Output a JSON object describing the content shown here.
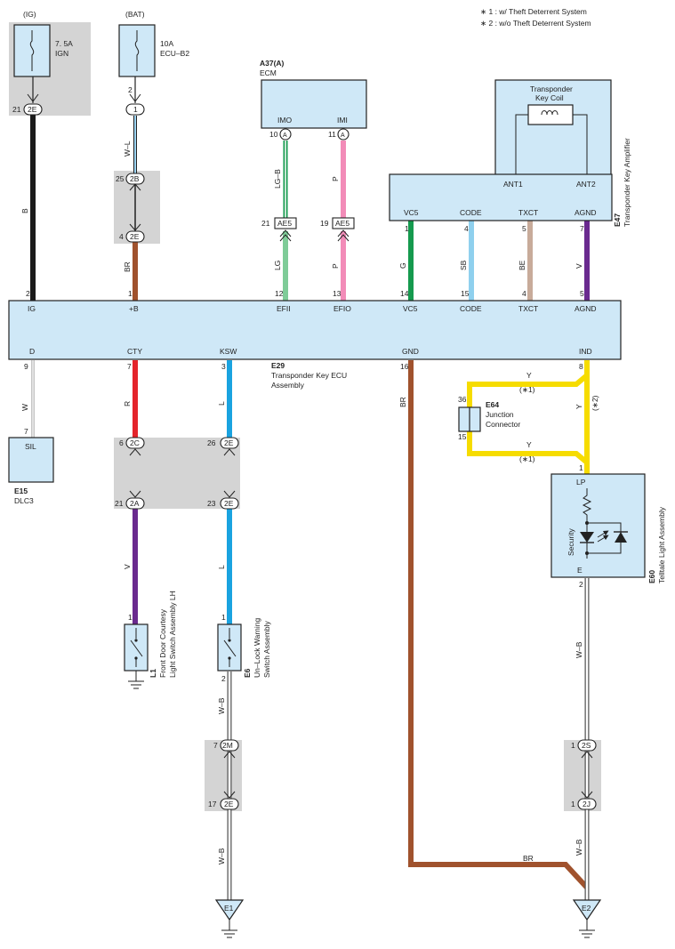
{
  "notes": {
    "n1": "∗ 1 : w/ Theft Deterrent System",
    "n2": "∗ 2 : w/o Theft Deterrent System",
    "m1": "(∗1)",
    "m2": "(∗2)",
    "m3": "(∗1)"
  },
  "fuses": {
    "ig_src": "(IG)",
    "ig_amp": "7. 5A",
    "ig_name": "IGN",
    "bat_src": "(BAT)",
    "bat_amp": "10A",
    "bat_name": "ECU–B2"
  },
  "ecm": {
    "code": "A37(A)",
    "name": "ECM",
    "t1": "IMO",
    "t2": "IMI"
  },
  "amp": {
    "title1": "Transponder",
    "title2": "Key Coil",
    "code": "E47",
    "name": "Transponder Key Amplifier",
    "ant1": "ANT1",
    "ant2": "ANT2",
    "vc5": "VC5",
    "code_t": "CODE",
    "txct": "TXCT",
    "agnd": "AGND"
  },
  "ecu": {
    "code": "E29",
    "name1": "Transponder Key ECU",
    "name2": "Assembly",
    "ig": "IG",
    "b": "+B",
    "efii": "EFII",
    "efio": "EFIO",
    "vc5": "VC5",
    "code_t": "CODE",
    "txct": "TXCT",
    "agnd": "AGND",
    "d": "D",
    "cty": "CTY",
    "ksw": "KSW",
    "gnd": "GND",
    "ind": "IND"
  },
  "dlc": {
    "code": "E15",
    "name": "DLC3",
    "term": "SIL"
  },
  "junction": {
    "code": "E64",
    "name1": "Junction",
    "name2": "Connector"
  },
  "telltale": {
    "code": "E60",
    "name": "Telltale Light Assembly",
    "lp": "LP",
    "e": "E",
    "sec": "Security"
  },
  "l1": {
    "code": "L1",
    "name1": "Front Door Courtesy",
    "name2": "Light Switch Assembly LH"
  },
  "e6": {
    "code": "E6",
    "name1": "Un–Lock Warning",
    "name2": "Switch Assembly"
  },
  "connectors": {
    "c2E_a": "2E",
    "c1": "1",
    "c2B": "2B",
    "c2E_b": "2E",
    "cA_1": "A",
    "cA_2": "A",
    "cAE5_1": "AE5",
    "cAE5_2": "AE5",
    "c2C": "2C",
    "c2A": "2A",
    "c2E_c": "2E",
    "c2E_d": "2E",
    "c2M": "2M",
    "c2E_e": "2E",
    "c2S": "2S",
    "c2J": "2J",
    "gE1": "E1",
    "gE2": "E2"
  },
  "pins": {
    "p21a": "21",
    "p2a": "2",
    "p25": "25",
    "p4a": "4",
    "p10": "10",
    "p11": "11",
    "p21b": "21",
    "p19": "19",
    "pe2": "2",
    "pe1": "1",
    "pe12": "12",
    "pe13": "13",
    "pa1": "1",
    "pa4": "4",
    "pa5": "5",
    "pa7": "7",
    "pe14": "14",
    "pe15": "15",
    "pe4": "4",
    "pe5": "5",
    "pd9": "9",
    "pd7": "7",
    "pd7b": "7",
    "pd3": "3",
    "pd16": "16",
    "pd8": "8",
    "p36": "36",
    "p15": "15",
    "pt1": "1",
    "pt2": "2",
    "p6": "6",
    "p26": "26",
    "p21c": "21",
    "p23": "23",
    "pl1": "1",
    "pk1": "1",
    "pk2": "2",
    "p7m": "7",
    "p17": "17",
    "p1s": "1",
    "p1j": "1"
  },
  "wires": {
    "w_b": "B",
    "w_wl": "W–L",
    "w_br": "BR",
    "w_lgb": "LG–B",
    "w_p1": "P",
    "w_lg": "LG",
    "w_p2": "P",
    "w_g": "G",
    "w_sb": "SB",
    "w_be": "BE",
    "w_v": "V",
    "w_w": "W",
    "w_r": "R",
    "w_l": "L",
    "w_l2": "L",
    "w_v2": "V",
    "w_br2": "BR",
    "w_y1": "Y",
    "w_y2": "Y",
    "w_y3": "Y",
    "w_wb1": "W–B",
    "w_wb2": "W–B",
    "w_wb3": "W–B",
    "w_wb4": "W–B",
    "w_br3": "BR"
  },
  "colors": {
    "black": "#1a1a1a",
    "brown": "#a0522d",
    "green": "#159a4e",
    "lightgreen": "#7fcc98",
    "pink": "#f28cb8",
    "skyblue": "#8fd0ee",
    "beige": "#c8ab9a",
    "violet": "#6a2a8f",
    "red": "#e4242b",
    "blue": "#1aa3e0",
    "yellow": "#f6dc00",
    "white": "#ffffff",
    "component": "#cfe8f7"
  },
  "icons": [
    "fuse-icon",
    "ground-icon",
    "switch-icon",
    "led-icon",
    "diode-icon",
    "resistor-icon",
    "coil-icon"
  ]
}
